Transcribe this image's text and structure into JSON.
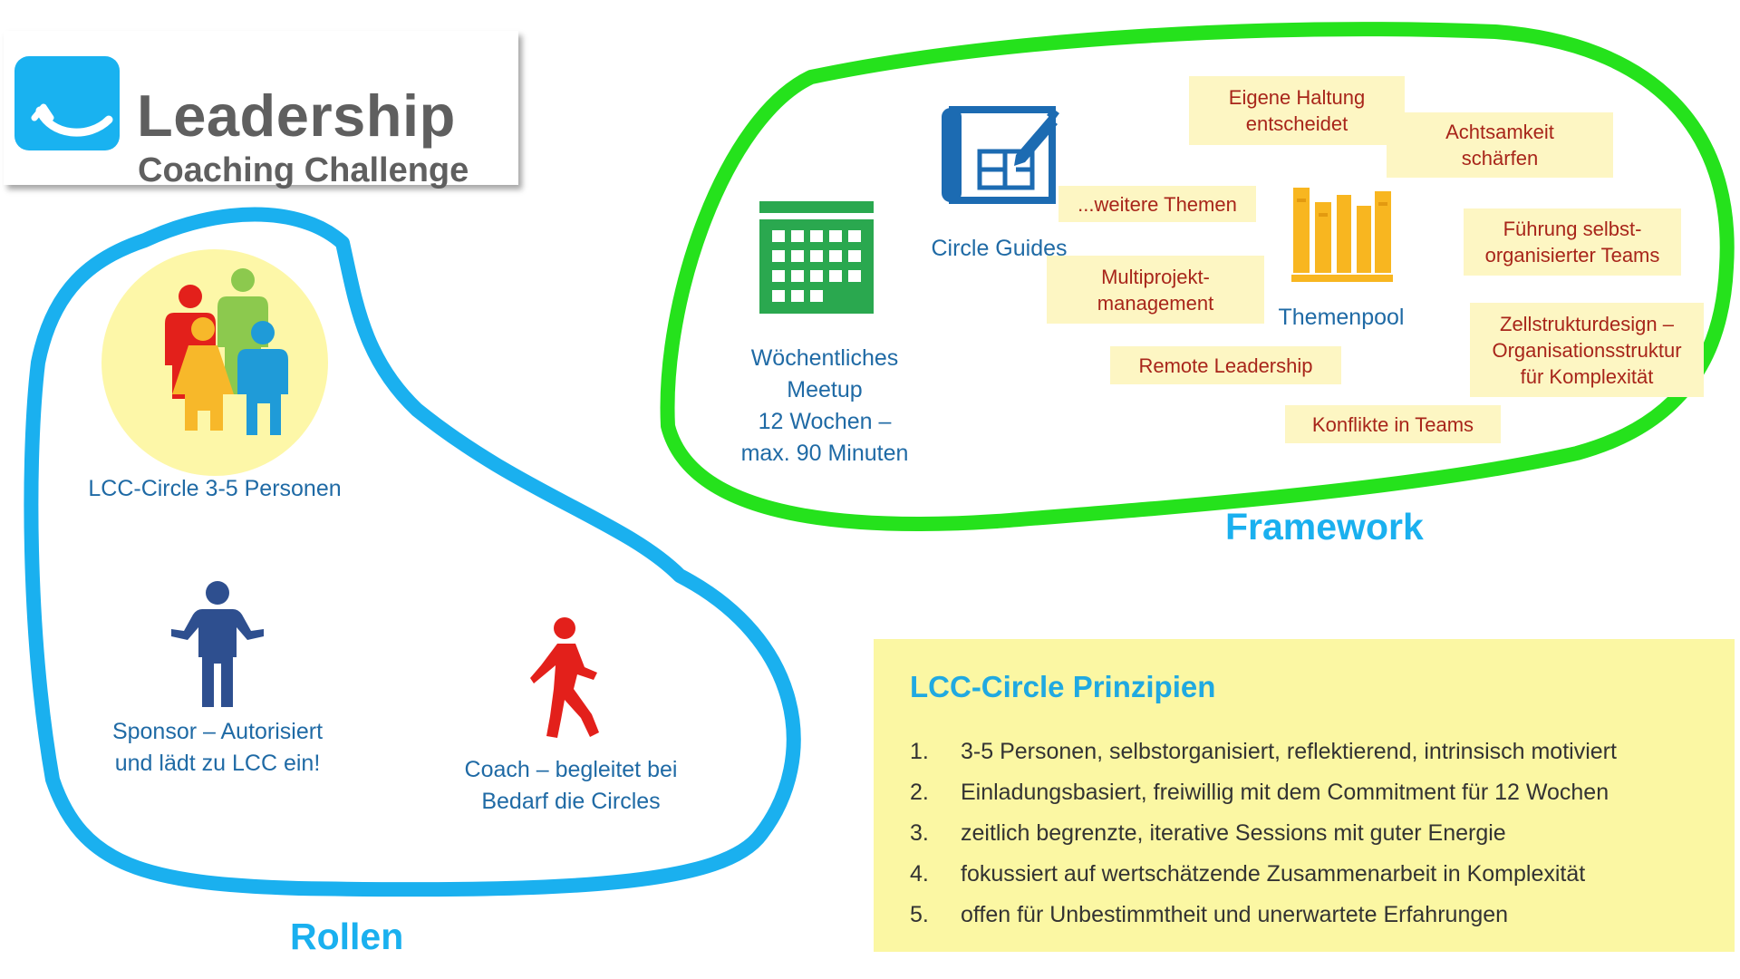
{
  "logo": {
    "title": "Leadership",
    "subtitle": "Coaching Challenge"
  },
  "colors": {
    "rollen_outline": "#1ab0ef",
    "framework_outline": "#25e21c",
    "principles_bg": "#fbf7a3",
    "note_bg": "#fdf6c3",
    "note_text": "#a8251a",
    "label_blue": "#1f6aa5",
    "section_label": "#1ab0ef"
  },
  "rollen": {
    "section_label": "Rollen",
    "circle_label": "LCC-Circle 3-5 Personen",
    "sponsor_label": "Sponsor – Autorisiert\nund lädt zu LCC ein!",
    "coach_label": "Coach – begleitet bei\nBedarf die Circles"
  },
  "framework": {
    "section_label": "Framework",
    "meetup_label": "Wöchentliches\nMeetup\n12 Wochen –\nmax. 90 Minuten",
    "guides_label": "Circle Guides",
    "themenpool_label": "Themenpool",
    "topics": [
      "Eigene Haltung\nentscheidet",
      "Achtsamkeit\nschärfen",
      "...weitere Themen",
      "Führung selbst-\norganisierter Teams",
      "Multiprojekt-\nmanagement",
      "Zellstrukturdesign –\nOrganisationsstruktur\nfür Komplexität",
      "Remote Leadership",
      "Konflikte in Teams"
    ]
  },
  "principles": {
    "title": "LCC-Circle Prinzipien",
    "items": [
      {
        "num": "1.",
        "text": "3-5 Personen, selbstorganisiert, reflektierend, intrinsisch motiviert"
      },
      {
        "num": "2.",
        "text": "Einladungsbasiert, freiwillig mit dem Commitment für 12 Wochen"
      },
      {
        "num": "3.",
        "text": "zeitlich begrenzte, iterative Sessions mit guter Energie"
      },
      {
        "num": "4.",
        "text": "fokussiert auf wertschätzende Zusammenarbeit in Komplexität"
      },
      {
        "num": "5.",
        "text": "offen für Unbestimmtheit und unerwartete Erfahrungen"
      }
    ]
  },
  "icons": {
    "logo": "logo-smile-icon",
    "group": "people-group-icon",
    "sponsor": "person-shrug-icon",
    "coach": "person-walking-icon",
    "calendar": "calendar-icon",
    "guides": "blueprint-pencil-icon",
    "themenpool": "books-icon"
  }
}
